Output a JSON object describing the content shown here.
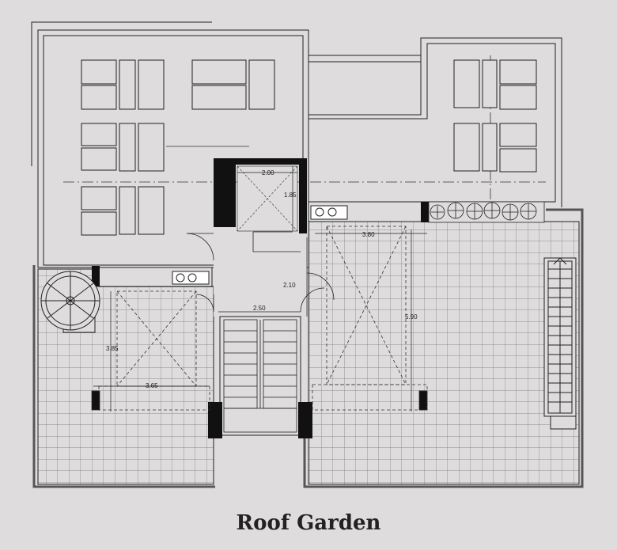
{
  "title": "Roof Garden",
  "dimensions": {
    "stair_width": "2.00",
    "stair_depth": "1.85",
    "east_bbq_width": "3.80",
    "east_bbq_depth": "5.90",
    "hall_depth": "2.10",
    "hall_width": "2.50",
    "west_bbq_depth": "3.85",
    "west_bbq_width": "3.65"
  },
  "colors": {
    "background": "#dedcdd",
    "line": "#1a1a1a",
    "wall": "#111111"
  }
}
